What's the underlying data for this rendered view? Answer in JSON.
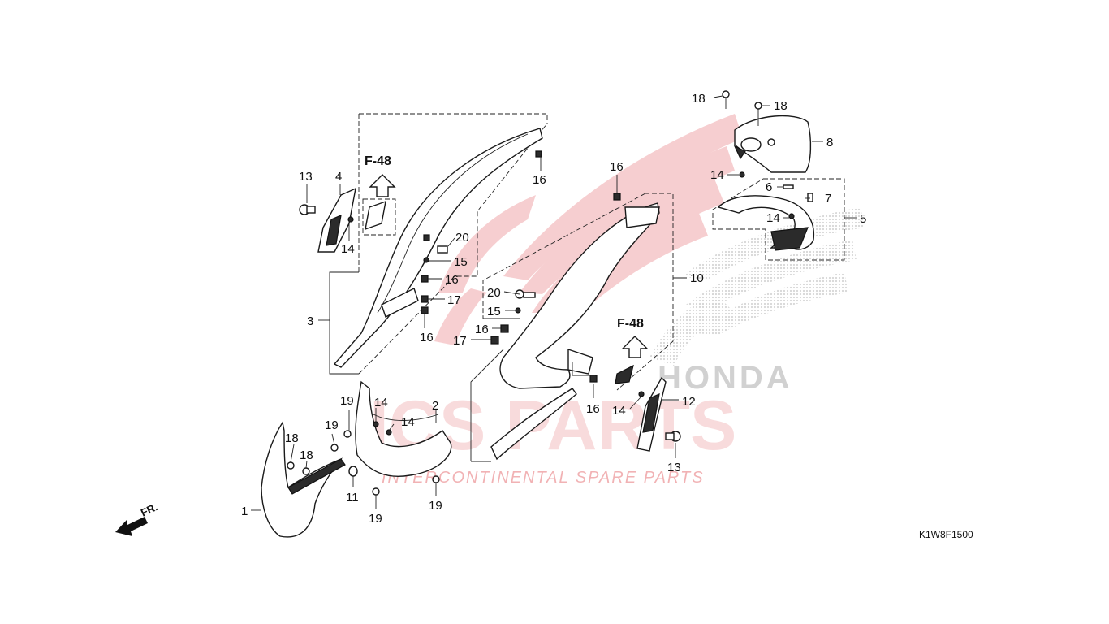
{
  "watermark": {
    "brand_main": "ICS PARTS",
    "brand_tagline": "INTERCONTINENTAL SPARE PARTS",
    "brand_logo": "HONDA",
    "color_red": "#d9262c",
    "color_gray": "#9a9a9a"
  },
  "diagram": {
    "code": "K1W8F1500",
    "front_label": "FR.",
    "reference_labels": [
      "F-48",
      "F-48"
    ],
    "callouts": [
      {
        "id": "c18a",
        "label": "18"
      },
      {
        "id": "c18b",
        "label": "18"
      },
      {
        "id": "c8",
        "label": "8"
      },
      {
        "id": "c14a",
        "label": "14"
      },
      {
        "id": "c6",
        "label": "6"
      },
      {
        "id": "c7",
        "label": "7"
      },
      {
        "id": "c14b",
        "label": "14"
      },
      {
        "id": "c5",
        "label": "5"
      },
      {
        "id": "c16a",
        "label": "16"
      },
      {
        "id": "c16b",
        "label": "16"
      },
      {
        "id": "c13a",
        "label": "13"
      },
      {
        "id": "c4",
        "label": "4"
      },
      {
        "id": "c14c",
        "label": "14"
      },
      {
        "id": "c20a",
        "label": "20"
      },
      {
        "id": "c15a",
        "label": "15"
      },
      {
        "id": "c16c",
        "label": "16"
      },
      {
        "id": "c17a",
        "label": "17"
      },
      {
        "id": "c16d",
        "label": "16"
      },
      {
        "id": "c3",
        "label": "3"
      },
      {
        "id": "c10",
        "label": "10"
      },
      {
        "id": "c20b",
        "label": "20"
      },
      {
        "id": "c15b",
        "label": "15"
      },
      {
        "id": "c16e",
        "label": "16"
      },
      {
        "id": "c17b",
        "label": "17"
      },
      {
        "id": "c16f",
        "label": "16"
      },
      {
        "id": "c14d",
        "label": "14"
      },
      {
        "id": "c12",
        "label": "12"
      },
      {
        "id": "c13b",
        "label": "13"
      },
      {
        "id": "c19a",
        "label": "19"
      },
      {
        "id": "c14e",
        "label": "14"
      },
      {
        "id": "c14f",
        "label": "14"
      },
      {
        "id": "c2",
        "label": "2"
      },
      {
        "id": "c19b",
        "label": "19"
      },
      {
        "id": "c18c",
        "label": "18"
      },
      {
        "id": "c18d",
        "label": "18"
      },
      {
        "id": "c11",
        "label": "11"
      },
      {
        "id": "c19c",
        "label": "19"
      },
      {
        "id": "c19d",
        "label": "19"
      },
      {
        "id": "c1",
        "label": "1"
      }
    ]
  }
}
